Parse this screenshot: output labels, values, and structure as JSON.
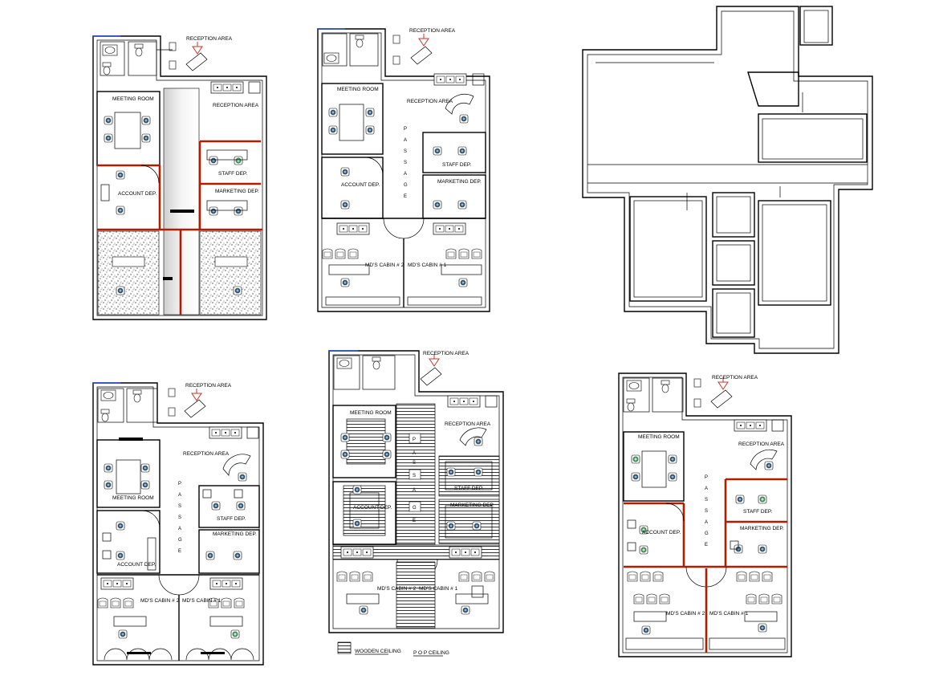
{
  "plans": {
    "p1": {
      "reception_area": "RECEPTION AREA",
      "reception_area_2": "RECEPTION AREA",
      "meeting_room": "MEETING ROOM",
      "staff_dep": "STAFF DEP.",
      "account_dep": "ACCOUNT DEP.",
      "marketing_dep": "MARKETING DEP."
    },
    "p2": {
      "reception_area": "RECEPTION AREA",
      "reception_area_2": "RECEPTION AREA",
      "meeting_room": "MEETING ROOM",
      "staff_dep": "STAFF DEP.",
      "account_dep": "ACCOUNT DEP.",
      "marketing_dep": "MARKETING DEP.",
      "passage": [
        "P",
        "A",
        "S",
        "S",
        "A",
        "G",
        "E"
      ],
      "mds_cabin_1": "MD'S CABIN # 1",
      "mds_cabin_2": "MD'S CABIN # 2"
    },
    "p4": {
      "reception_area": "RECEPTION AREA",
      "reception_area_2": "RECEPTION AREA",
      "meeting_room": "MEETING ROOM",
      "staff_dep": "STAFF DEP.",
      "account_dep": "ACCOUNT DEP.",
      "marketing_dep": "MARKETING DEP.",
      "passage": [
        "P",
        "A",
        "S",
        "S",
        "A",
        "G",
        "E"
      ],
      "mds_cabin_1": "MD'S CABIN # 1",
      "mds_cabin_2": "MD'S CABIN # 2"
    },
    "p5": {
      "reception_area": "RECEPTION AREA",
      "reception_area_2": "RECEPTION AREA",
      "meeting_room": "MEETING ROOM",
      "staff_dep": "STAFF DEP.",
      "account_dep": "ACCOUNT DEP.",
      "marketing_dep": "MARKETING DEP.",
      "passage": [
        "P",
        "A",
        "S",
        "S",
        "A",
        "G",
        "E"
      ],
      "mds_cabin_1": "MD'S CABIN # 1",
      "mds_cabin_2": "MD'S CABIN # 2",
      "legend_wooden": "WOODEN CEILING",
      "legend_pop": "P O P CEILING"
    },
    "p6": {
      "reception_area": "RECEPTION AREA",
      "reception_area_2": "RECEPTION AREA",
      "meeting_room": "MEETING ROOM",
      "staff_dep": "STAFF DEP.",
      "account_dep": "ACCOUNT DEP.",
      "marketing_dep": "MARKETING DEP.",
      "passage": [
        "P",
        "A",
        "S",
        "S",
        "A",
        "G",
        "E"
      ],
      "mds_cabin_1": "MD'S CABIN # 1",
      "mds_cabin_2": "MD'S CABIN # 2"
    }
  },
  "colors": {
    "accent_wall": "#b01e00",
    "chair": "#2b4e6e",
    "chair_alt": "#3c8a5a"
  }
}
